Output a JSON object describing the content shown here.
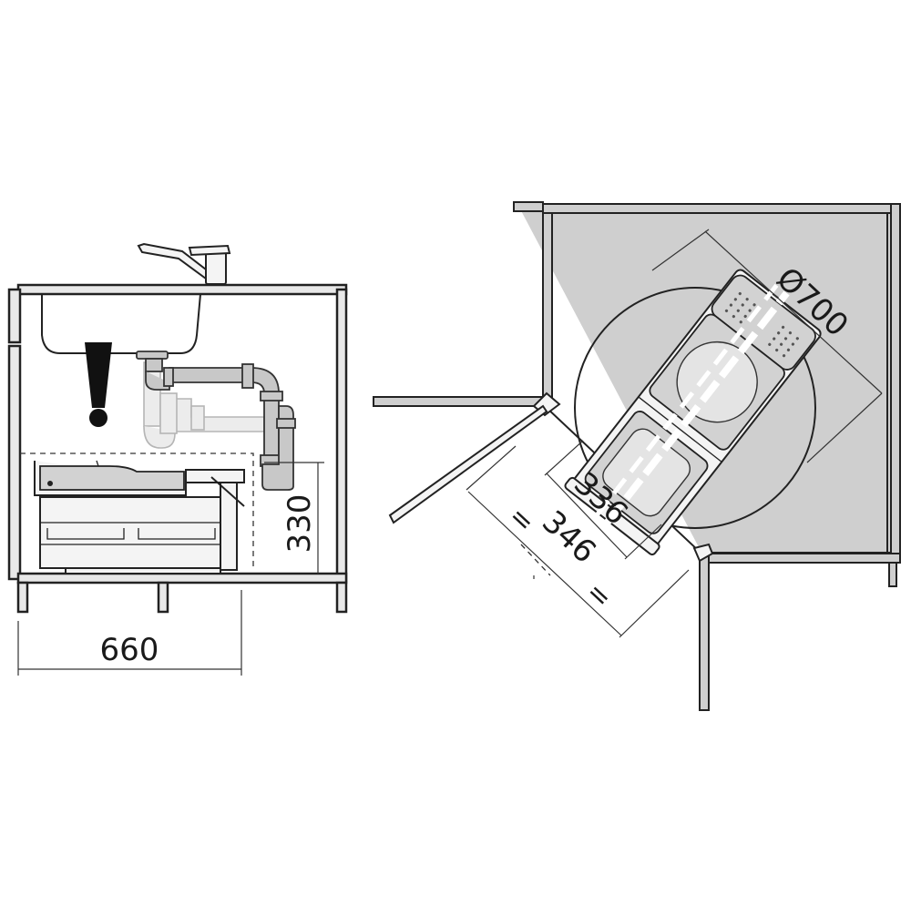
{
  "figure": {
    "warning_symbol": "!",
    "side_view": {
      "dim_width": "660",
      "dim_height": "330"
    },
    "top_view": {
      "dim_diameter": "Ø700",
      "dim_basket": "336",
      "dim_opening": "346",
      "equal_mark_top": "=",
      "equal_mark_bottom": "="
    }
  },
  "colors": {
    "ink": "#222222",
    "fill_light": "#e8e8e8",
    "fill_mid": "#c8c8c8",
    "background": "#ffffff"
  },
  "icons": [
    "warning-exclamation-icon",
    "faucet-icon"
  ]
}
